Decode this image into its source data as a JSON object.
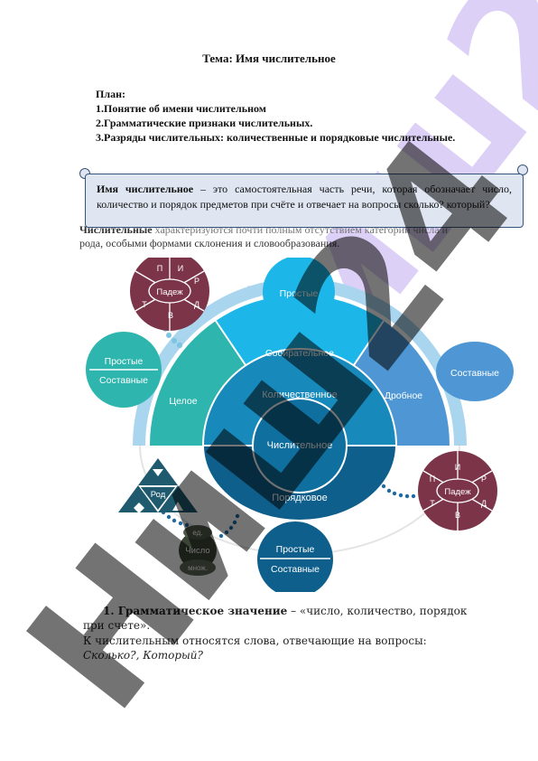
{
  "document": {
    "title": "Тема: Имя числительное",
    "plan": {
      "heading": "План:",
      "items": [
        "1.Понятие об имени числительном",
        "2.Грамматические признаки числительных.",
        "3.Разряды числительных: количественные и порядковые числительные."
      ]
    },
    "definition": {
      "term": "Имя числительное",
      "text": " – это самостоятельная часть речи, которая обозначает число, количество и порядок предметов при счёте и отвечает на вопросы сколько? который?"
    },
    "hidden_line": {
      "lead": "Числительные",
      "rest": " характеризуются почти полным отсутствием категорий числа и",
      "line2": "рода, особыми формами склонения и словообразования."
    },
    "point1": {
      "label": "1. Грамматическое значение",
      "text": " – «число, количество, порядок при счете»."
    },
    "point2": {
      "text": "К числительным относятся слова, отвечающие на вопросы: ",
      "questions": "Сколько?, Который?"
    }
  },
  "diagram": {
    "center": "Числительное",
    "inner_top": "Количественное",
    "inner_bottom": "Порядковое",
    "outer_left": "Целое",
    "outer_top": "Собирательное",
    "outer_right": "Дробное",
    "bubble_top": "Простые",
    "bubble_left_top": "Простые",
    "bubble_left_bottom": "Составные",
    "bubble_right": "Составные",
    "bubble_bottom_top": "Простые",
    "bubble_bottom_bottom": "Составные",
    "case_wheel_center": "Падеж",
    "case_letters": [
      "И",
      "Р",
      "Д",
      "В",
      "Т",
      "П"
    ],
    "gender_label": "Род",
    "number_center": "Число",
    "number_top": "ед.",
    "number_bottom": "множ."
  },
  "watermark": {
    "text": "Ниш24"
  },
  "colors": {
    "cyan": "#1cb6e8",
    "teal": "#2db5ae",
    "blue": "#4f97d4",
    "dark_blue": "#0f5f8c",
    "maroon": "#7b3448",
    "navy_teal": "#1f5a6e",
    "olive_dark": "#3a4536"
  }
}
